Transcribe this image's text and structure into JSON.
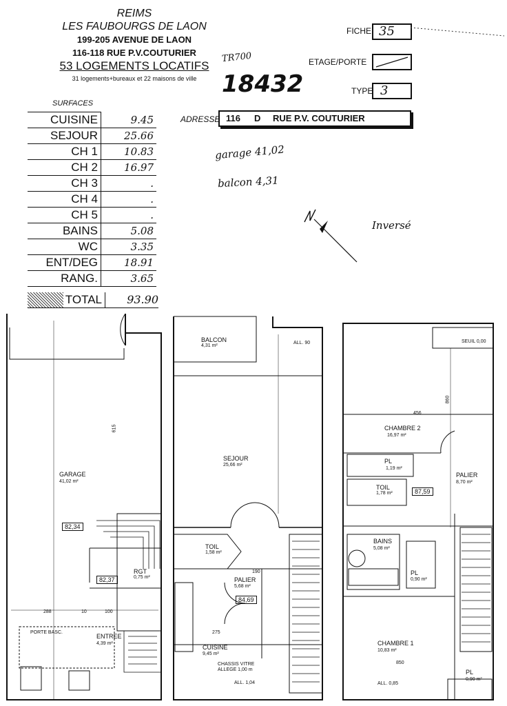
{
  "header": {
    "city": "REIMS",
    "project": "LES FAUBOURGS DE LAON",
    "address1": "199-205 AVENUE DE LAON",
    "address2": "116-118 RUE P.V.COUTURIER",
    "logements": "53 LOGEMENTS LOCATIFS",
    "note": "31 logements+bureaux et 22 maisons de ville"
  },
  "form": {
    "fiche_label": "FICHE",
    "fiche_value": "35",
    "etage_label": "ETAGE/PORTE",
    "type_label": "TYPE",
    "type_value": "3",
    "adresse_label": "ADRESSE",
    "adresse_num": "116",
    "adresse_letter": "D",
    "adresse_street": "RUE P.V. COUTURIER"
  },
  "handwritten": {
    "ref_small": "TR700",
    "ref_big": "18432",
    "garage": "garage 41,02",
    "balcon": "balcon 4,31",
    "inverse": "Inversé"
  },
  "surfaces": {
    "title": "SURFACES",
    "rows": [
      {
        "room": "CUISINE",
        "value": "9.45"
      },
      {
        "room": "SEJOUR",
        "value": "25.66"
      },
      {
        "room": "CH 1",
        "value": "10.83"
      },
      {
        "room": "CH 2",
        "value": "16.97"
      },
      {
        "room": "CH 3",
        "value": "."
      },
      {
        "room": "CH 4",
        "value": "."
      },
      {
        "room": "CH 5",
        "value": "."
      },
      {
        "room": "BAINS",
        "value": "5.08"
      },
      {
        "room": "WC",
        "value": "3.35"
      },
      {
        "room": "ENT/DEG",
        "value": "18.91"
      },
      {
        "room": "RANG.",
        "value": "3.65"
      }
    ],
    "total_label": "TOTAL",
    "total_value": "93.90"
  },
  "plan": {
    "garage": "GARAGE",
    "garage_area": "41,02 m²",
    "garage_code": "82,34",
    "garage_dim": "615",
    "rgt": "RGT",
    "rgt_area": "0,75 m²",
    "rgt_code": "82,37",
    "entree": "ENTREE",
    "entree_area": "4,39 m²",
    "porte": "PORTE BASC.",
    "dim_288": "288",
    "dim_10": "10",
    "dim_100": "100",
    "balcon": "BALCON",
    "balcon_area": "4,31 m²",
    "sejour": "SEJOUR",
    "sejour_area": "25,66 m²",
    "toil_rdc": "TOIL",
    "toil_rdc_area": "1,58 m²",
    "palier_rdc": "PALIER",
    "palier_rdc_area": "5,68 m²",
    "palier_rdc_code": "84,69",
    "cuisine": "CUISINE",
    "cuisine_area": "9,45 m²",
    "chassis": "CHASSIS VITRE",
    "allege": "ALLEGE 1,00 m",
    "all_90": "ALL. 90",
    "all_104": "ALL. 1,04",
    "dim_275": "275",
    "dim_190": "190",
    "chambre2": "CHAMBRE 2",
    "chambre2_area": "16,97 m²",
    "dim_456": "456",
    "pl_top": "PL",
    "pl_top_area": "1,19 m²",
    "toil_et": "TOIL",
    "toil_et_area": "1,78 m²",
    "palier_et": "PALIER",
    "palier_et_area": "8,70 m²",
    "code_8759": "87,59",
    "bains": "BAINS",
    "bains_area": "5,08 m²",
    "pl_mid": "PL",
    "pl_mid_area": "0,90 m²",
    "chambre1": "CHAMBRE 1",
    "chambre1_area": "10,83 m²",
    "pl_bot": "PL",
    "pl_bot_area": "0,90 m²",
    "seuil": "SEUIL 0,00",
    "all_085": "ALL. 0,85",
    "dim_860": "860",
    "dim_850": "850"
  }
}
